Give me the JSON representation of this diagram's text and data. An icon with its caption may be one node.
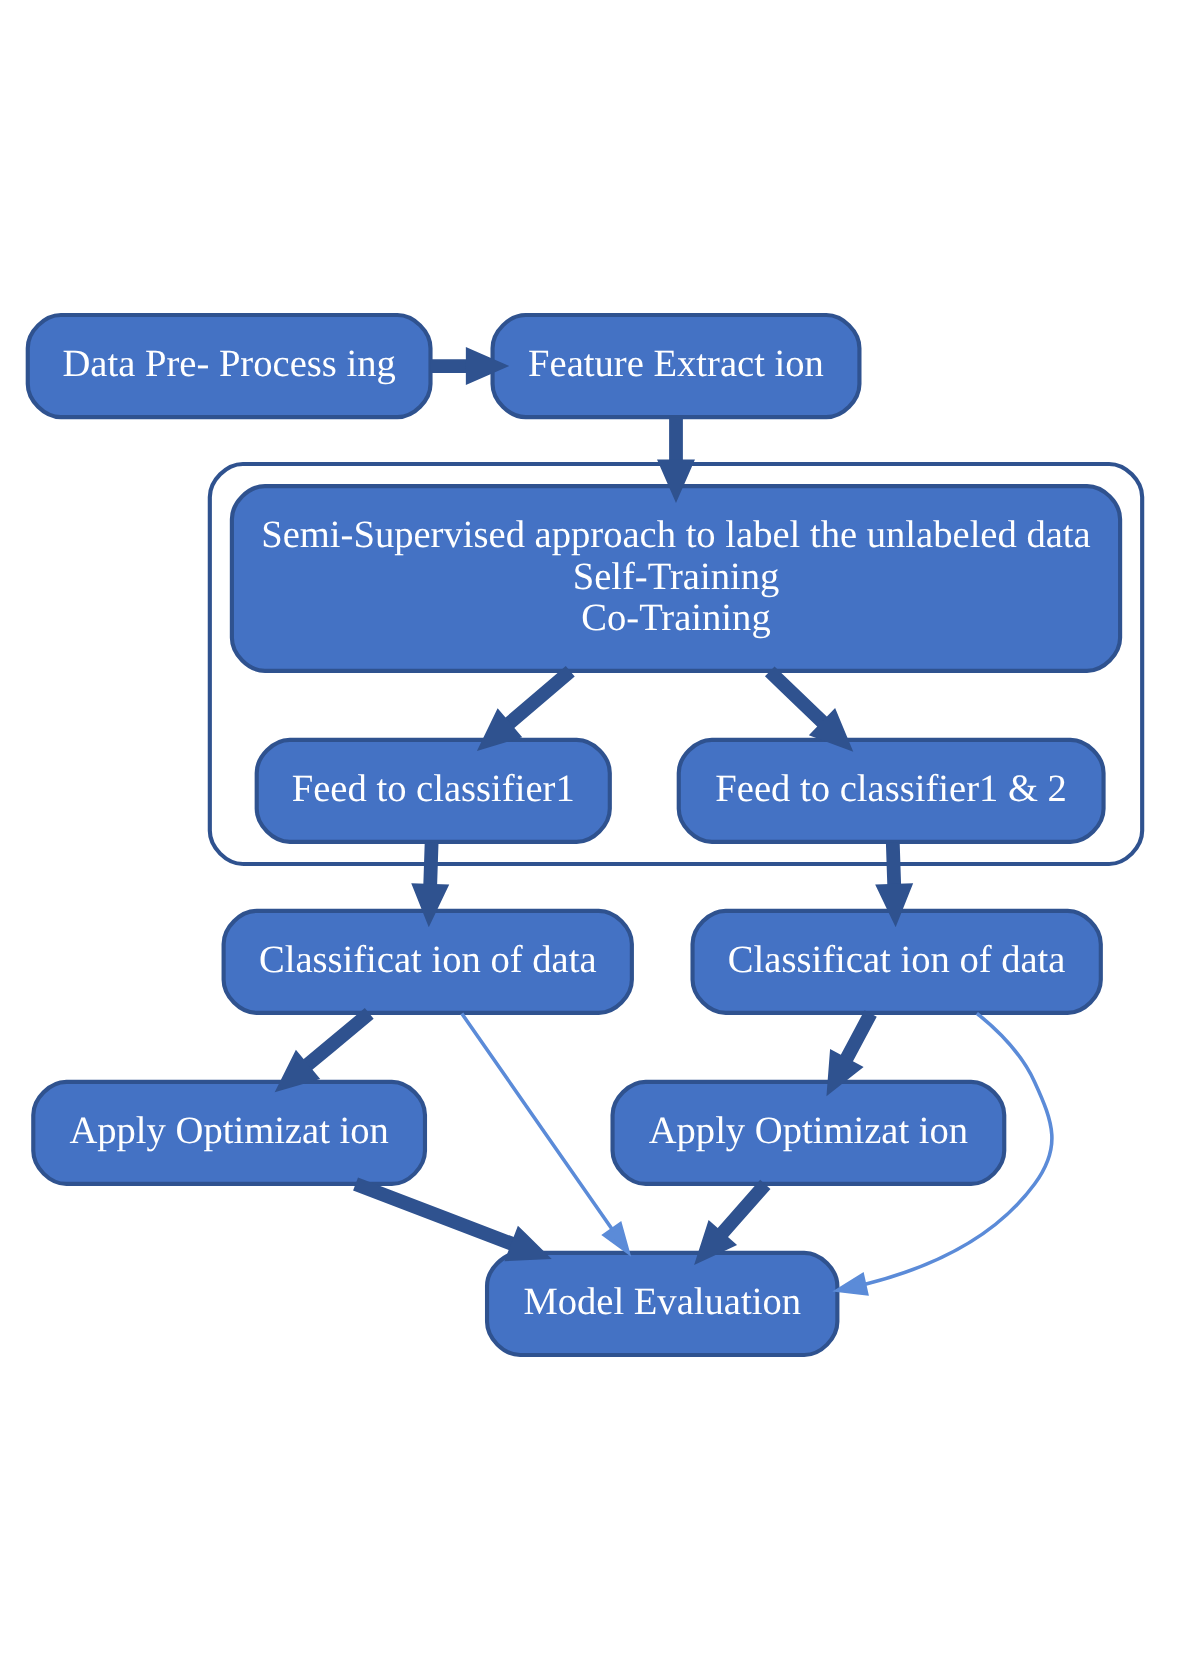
{
  "diagram": {
    "nodes": [
      {
        "text": [
          "Data Pre- Process ing"
        ]
      },
      {
        "text": [
          "Feature Extract ion"
        ]
      },
      {
        "text": [],
        "shape": "box"
      },
      {
        "text": [
          "Semi-Supervised approach to label the unlabeled data",
          "Self-Training",
          "Co-Training"
        ],
        "in": 2
      },
      {
        "text": [
          "Feed to classifier1"
        ],
        "in": 2
      },
      {
        "text": [
          "Feed to classifier1 & 2"
        ],
        "in": 2
      },
      {
        "text": [
          "Classificat ion of data"
        ]
      },
      {
        "text": [
          "Classificat ion of data"
        ]
      },
      {
        "text": [
          "Apply Optimizat ion"
        ]
      },
      {
        "text": [
          "Apply Optimizat ion"
        ]
      },
      {
        "text": [
          "Model Evaluation"
        ]
      }
    ],
    "edges": [
      {
        "from": 0,
        "to": 1,
        "arrow": "to"
      },
      {
        "from": 1,
        "to": 3,
        "arrow": "to"
      },
      {
        "from": 3,
        "to": 4,
        "arrow": "to"
      },
      {
        "from": 3,
        "to": 5,
        "arrow": "to"
      },
      {
        "from": 4,
        "to": 6,
        "arrow": "to"
      },
      {
        "from": 5,
        "to": 7,
        "arrow": "to"
      },
      {
        "from": 6,
        "to": 8,
        "arrow": "to"
      },
      {
        "from": 7,
        "to": 9,
        "arrow": "to"
      },
      {
        "from": 8,
        "to": 10,
        "arrow": "to"
      },
      {
        "from": 9,
        "to": 10,
        "arrow": "to"
      },
      {
        "from": 6,
        "to": 10,
        "arrow": "to",
        "color": "#5b8bd8"
      },
      {
        "from": 7,
        "to": 10,
        "arrow": "to",
        "color": "#5b8bd8"
      }
    ]
  }
}
